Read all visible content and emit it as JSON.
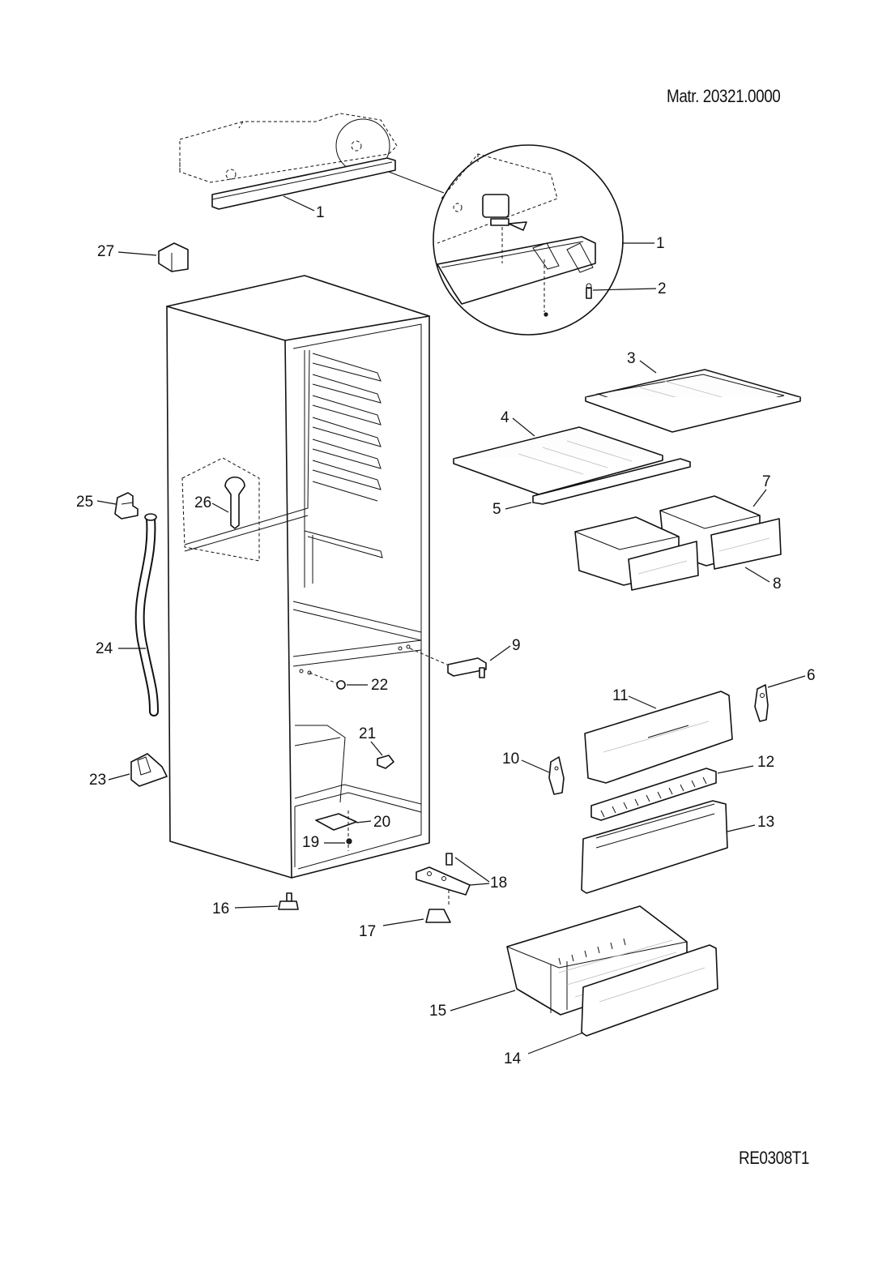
{
  "document": {
    "material_number": "Matr. 20321.0000",
    "drawing_reference": "RE0308T1"
  },
  "callouts": {
    "c1a": "1",
    "c1b": "1",
    "c2": "2",
    "c3": "3",
    "c4": "4",
    "c5": "5",
    "c6": "6",
    "c7": "7",
    "c8": "8",
    "c9": "9",
    "c10": "10",
    "c11": "11",
    "c12": "12",
    "c13": "13",
    "c14": "14",
    "c15": "15",
    "c16": "16",
    "c17": "17",
    "c18": "18",
    "c19": "19",
    "c20": "20",
    "c21": "21",
    "c22": "22",
    "c23": "23",
    "c24": "24",
    "c25": "25",
    "c26": "26",
    "c27": "27"
  }
}
